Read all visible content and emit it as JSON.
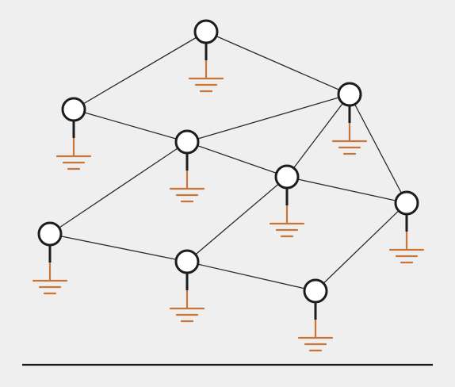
{
  "diagram": {
    "type": "network-graph",
    "ground_symbol_on_every_node": true,
    "colors": {
      "background": "#efefef",
      "node_fill": "#ffffff",
      "node_stroke": "#1c1c1c",
      "edge": "#2b2b2b",
      "ground": "#c8753a",
      "baseline": "#1a1a1a"
    },
    "nodes": [
      {
        "id": "n1"
      },
      {
        "id": "n2"
      },
      {
        "id": "n3"
      },
      {
        "id": "n4"
      },
      {
        "id": "n5"
      },
      {
        "id": "n6"
      },
      {
        "id": "n7"
      },
      {
        "id": "n8"
      },
      {
        "id": "n9"
      }
    ],
    "edges": [
      [
        "n1",
        "n2"
      ],
      [
        "n1",
        "n3"
      ],
      [
        "n2",
        "n4"
      ],
      [
        "n3",
        "n4"
      ],
      [
        "n3",
        "n5"
      ],
      [
        "n3",
        "n6"
      ],
      [
        "n4",
        "n5"
      ],
      [
        "n4",
        "n7"
      ],
      [
        "n5",
        "n6"
      ],
      [
        "n5",
        "n8"
      ],
      [
        "n6",
        "n9"
      ],
      [
        "n7",
        "n8"
      ],
      [
        "n8",
        "n9"
      ]
    ]
  }
}
